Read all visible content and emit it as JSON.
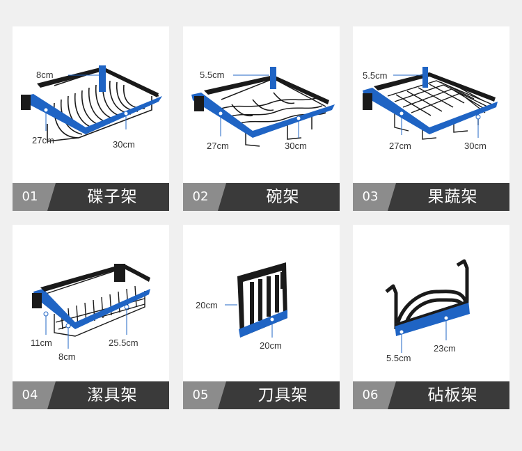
{
  "colors": {
    "accent_blue": "#1f64c4",
    "wire_black": "#1a1a1a",
    "bar_dark": "#3a3a3a",
    "bar_grey": "#8c8c8c"
  },
  "cards": [
    {
      "number": "01",
      "title": "碟子架",
      "dims": {
        "a": "8cm",
        "b": "27cm",
        "c": "30cm"
      }
    },
    {
      "number": "02",
      "title": "碗架",
      "dims": {
        "a": "5.5cm",
        "b": "27cm",
        "c": "30cm"
      }
    },
    {
      "number": "03",
      "title": "果蔬架",
      "dims": {
        "a": "5.5cm",
        "b": "27cm",
        "c": "30cm"
      }
    },
    {
      "number": "04",
      "title": "潔具架",
      "dims": {
        "a": "11cm",
        "b": "8cm",
        "c": "25.5cm"
      }
    },
    {
      "number": "05",
      "title": "刀具架",
      "dims": {
        "a": "20cm",
        "b": "20cm"
      }
    },
    {
      "number": "06",
      "title": "砧板架",
      "dims": {
        "a": "5.5cm",
        "b": "23cm"
      }
    }
  ]
}
